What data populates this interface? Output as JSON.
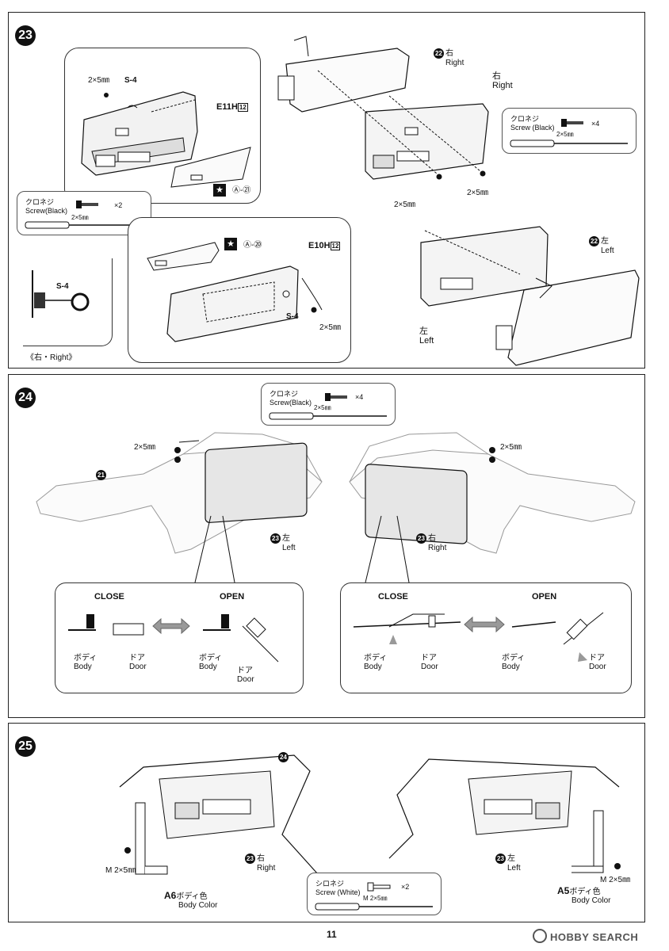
{
  "page_number": "11",
  "watermark": "HOBBY SEARCH",
  "step23": {
    "number": "23",
    "labels": {
      "ref22_right_jp": "右",
      "ref22_right_en": "Right",
      "ref22_num": "22",
      "right_jp": "右",
      "right_en": "Right",
      "screw_size_1": "2×5㎜",
      "s4_top": "S-4",
      "e11": "E11",
      "h12_a": "H",
      "h12_b": "12",
      "a21": "Ⓐ-㉑",
      "size_2x5_b": "2×5㎜",
      "size_2x5_c": "2×5㎜",
      "ref22_left_jp": "左",
      "ref22_left_en": "Left",
      "ref22_num_b": "22",
      "a20": "Ⓐ-⑳",
      "e10": "E10",
      "h12_c": "H",
      "h12_d": "12",
      "s4_bottom": "S-4",
      "size_2x5_d": "2×5㎜",
      "left_jp": "左",
      "left_en": "Left",
      "s4_detail": "S-4",
      "detail_caption": "《右・Right》"
    },
    "screw_black_x4": {
      "jp": "クロネジ",
      "en": "Screw (Black)",
      "qty": "×4",
      "size": "2×5㎜"
    },
    "screw_black_x2": {
      "jp": "クロネジ",
      "en": "Screw(Black)",
      "qty": "×2",
      "size": "2×5㎜"
    }
  },
  "step24": {
    "number": "24",
    "screw": {
      "jp": "クロネジ",
      "en": "Screw(Black)",
      "qty": "×4",
      "size": "2×5㎜"
    },
    "labels": {
      "size_left": "2×5㎜",
      "size_right": "2×5㎜",
      "ref21": "21",
      "ref23_left_num": "23",
      "ref23_left_jp": "左",
      "ref23_left_en": "Left",
      "ref23_right_num": "23",
      "ref23_right_jp": "右",
      "ref23_right_en": "Right"
    },
    "details": [
      {
        "close": "CLOSE",
        "open": "OPEN",
        "body_jp": "ボディ",
        "body_en": "Body",
        "door_jp": "ドア",
        "door_en": "Door",
        "body2_jp": "ボディ",
        "body2_en": "Body",
        "door2_jp": "ドア",
        "door2_en": "Door"
      },
      {
        "close": "CLOSE",
        "open": "OPEN",
        "body_jp": "ボディ",
        "body_en": "Body",
        "door_jp": "ドア",
        "door_en": "Door",
        "body2_jp": "ボディ",
        "body2_en": "Body",
        "door2_jp": "ドア",
        "door2_en": "Door"
      }
    ]
  },
  "step25": {
    "number": "25",
    "labels": {
      "ref24": "24",
      "ref23_right_num": "23",
      "ref23_right_jp": "右",
      "ref23_right_en": "Right",
      "ref23_left_num": "23",
      "ref23_left_jp": "左",
      "ref23_left_en": "Left",
      "m_left": "M  2×5㎜",
      "m_right": "M  2×5㎜",
      "a6": "A6",
      "a6_jp": "ボディ色",
      "a6_en": "Body Color",
      "a5": "A5",
      "a5_jp": "ボディ色",
      "a5_en": "Body Color"
    },
    "screw": {
      "jp": "シロネジ",
      "en": "Screw (White)",
      "qty": "×2",
      "size": "M 2×5㎜"
    }
  }
}
